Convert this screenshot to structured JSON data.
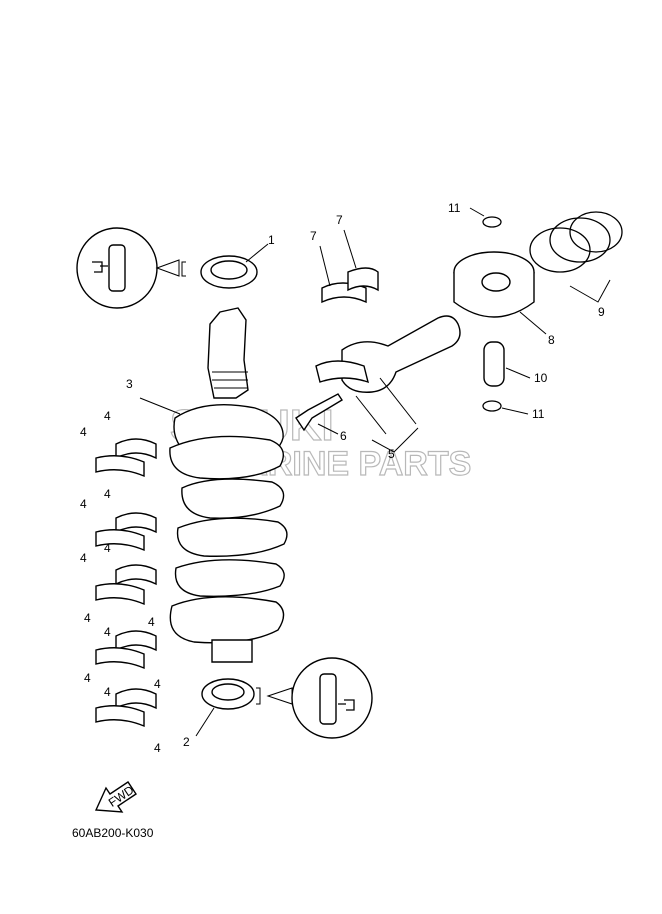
{
  "callouts": {
    "c1": "1",
    "c2": "2",
    "c3": "3",
    "c4": "4",
    "c5": "5",
    "c6": "6",
    "c7": "7",
    "c8": "8",
    "c9": "9",
    "c10": "10",
    "c11": "11"
  },
  "watermark": {
    "line1": "SUZUKI",
    "line2": "MARINE PARTS"
  },
  "fwd_label": "FWD",
  "diagram_code": "60AB200-K030"
}
